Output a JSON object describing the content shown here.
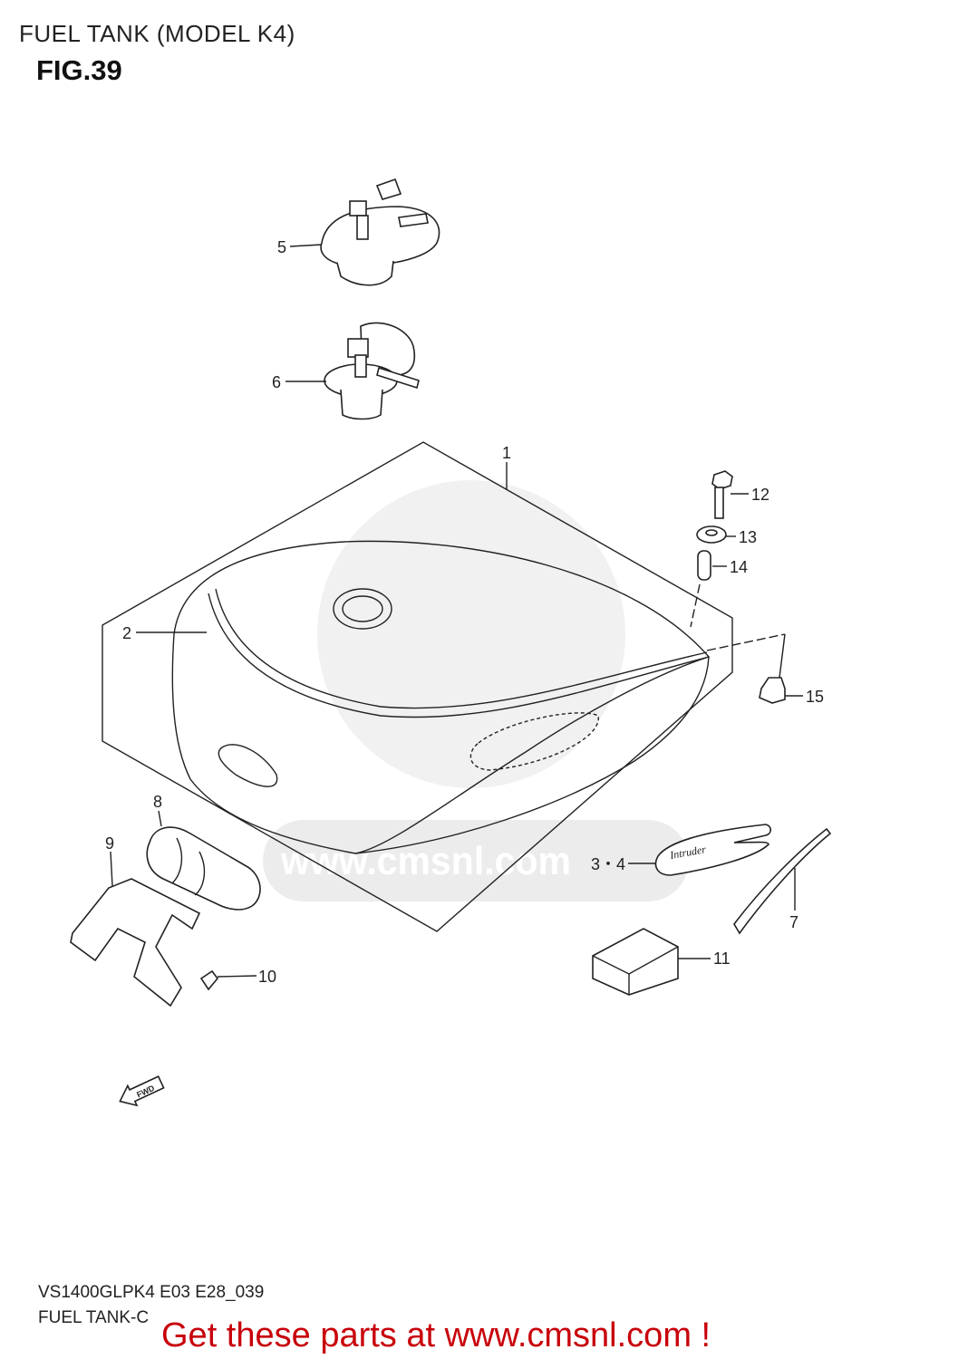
{
  "header": {
    "title": "FUEL TANK (MODEL K4)",
    "figure": "FIG.39"
  },
  "footer": {
    "model_code": "VS1400GLPK4 E03 E28_039",
    "diagram_name": "FUEL TANK-C",
    "promo": "Get these parts at www.cmsnl.com !"
  },
  "watermark": "www.cmsnl.com",
  "emblem_text": "Intruder",
  "fwd_arrow": "FWD",
  "colors": {
    "promo": "#c8000a",
    "line": "#222222",
    "watermark": "#dcdcdc"
  },
  "callouts": {
    "c1": "1",
    "c2": "2",
    "c34": "3・4",
    "c5": "5",
    "c6": "6",
    "c7": "7",
    "c8": "8",
    "c9": "9",
    "c10": "10",
    "c11": "11",
    "c12": "12",
    "c13": "13",
    "c14": "14",
    "c15": "15"
  }
}
